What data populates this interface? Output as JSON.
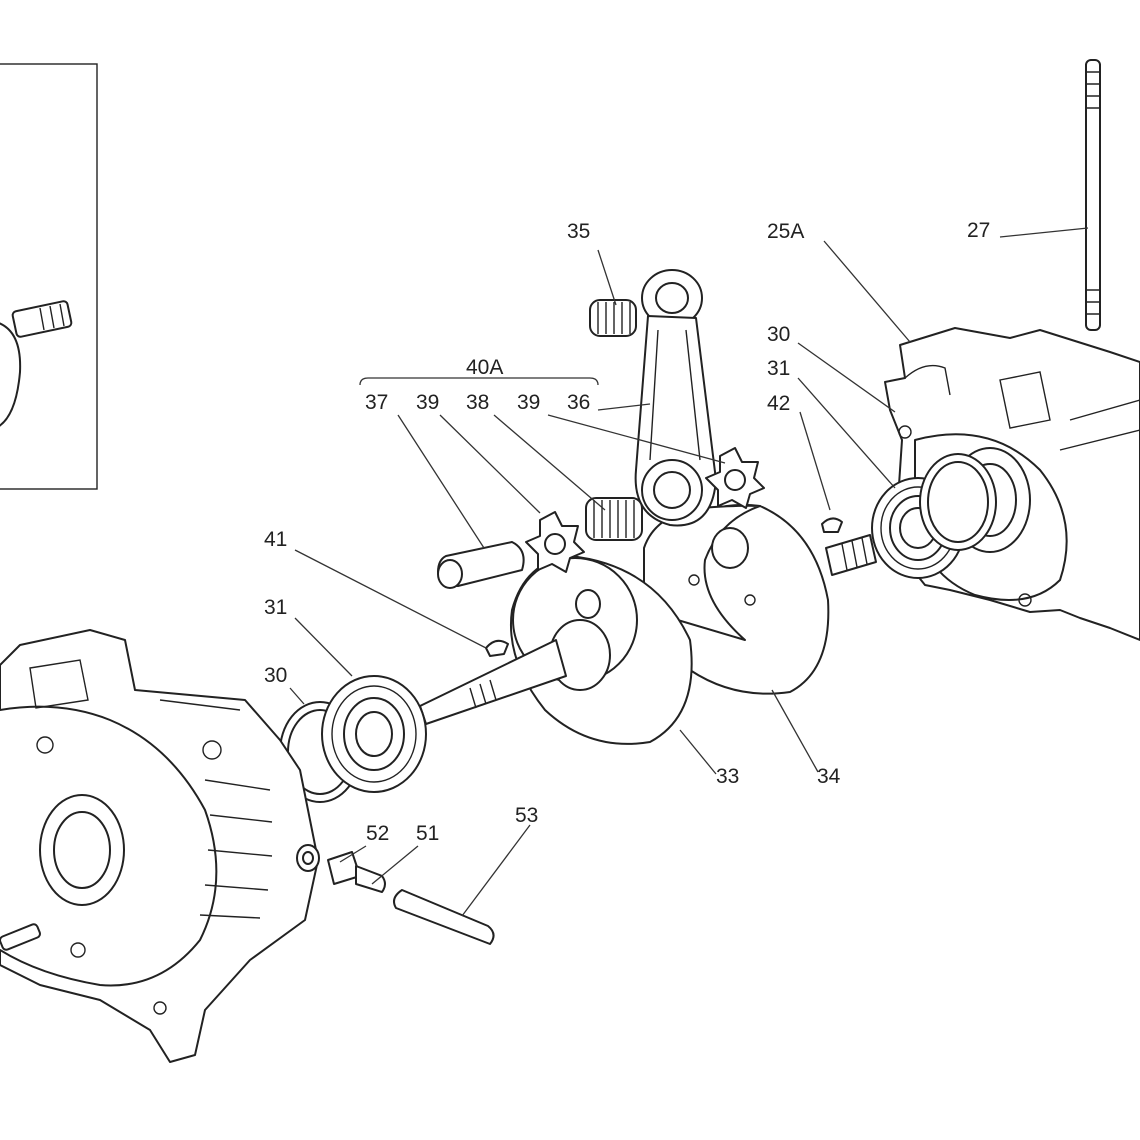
{
  "labels": {
    "p27": "27",
    "p25a": "25A",
    "p30r": "30",
    "p31r": "31",
    "p42": "42",
    "p35": "35",
    "p40a": "40A",
    "p37": "37",
    "p39a": "39",
    "p38": "38",
    "p39b": "39",
    "p36": "36",
    "p41": "41",
    "p31l": "31",
    "p30l": "30",
    "p33": "33",
    "p34": "34",
    "p52": "52",
    "p51": "51",
    "p53": "53"
  },
  "colors": {
    "line": "#222222",
    "background": "#ffffff"
  }
}
